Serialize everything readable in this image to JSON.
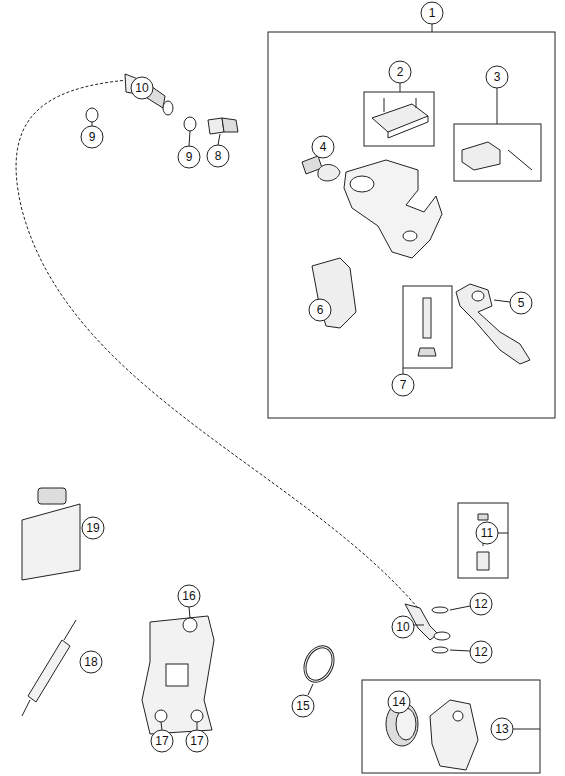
{
  "diagram": {
    "labels": [
      "1",
      "10",
      "9",
      "9",
      "8",
      "2",
      "3",
      "4",
      "5",
      "6",
      "7",
      "11",
      "19",
      "12",
      "10",
      "12",
      "16",
      "18",
      "15",
      "13",
      "14",
      "17",
      "17"
    ]
  }
}
